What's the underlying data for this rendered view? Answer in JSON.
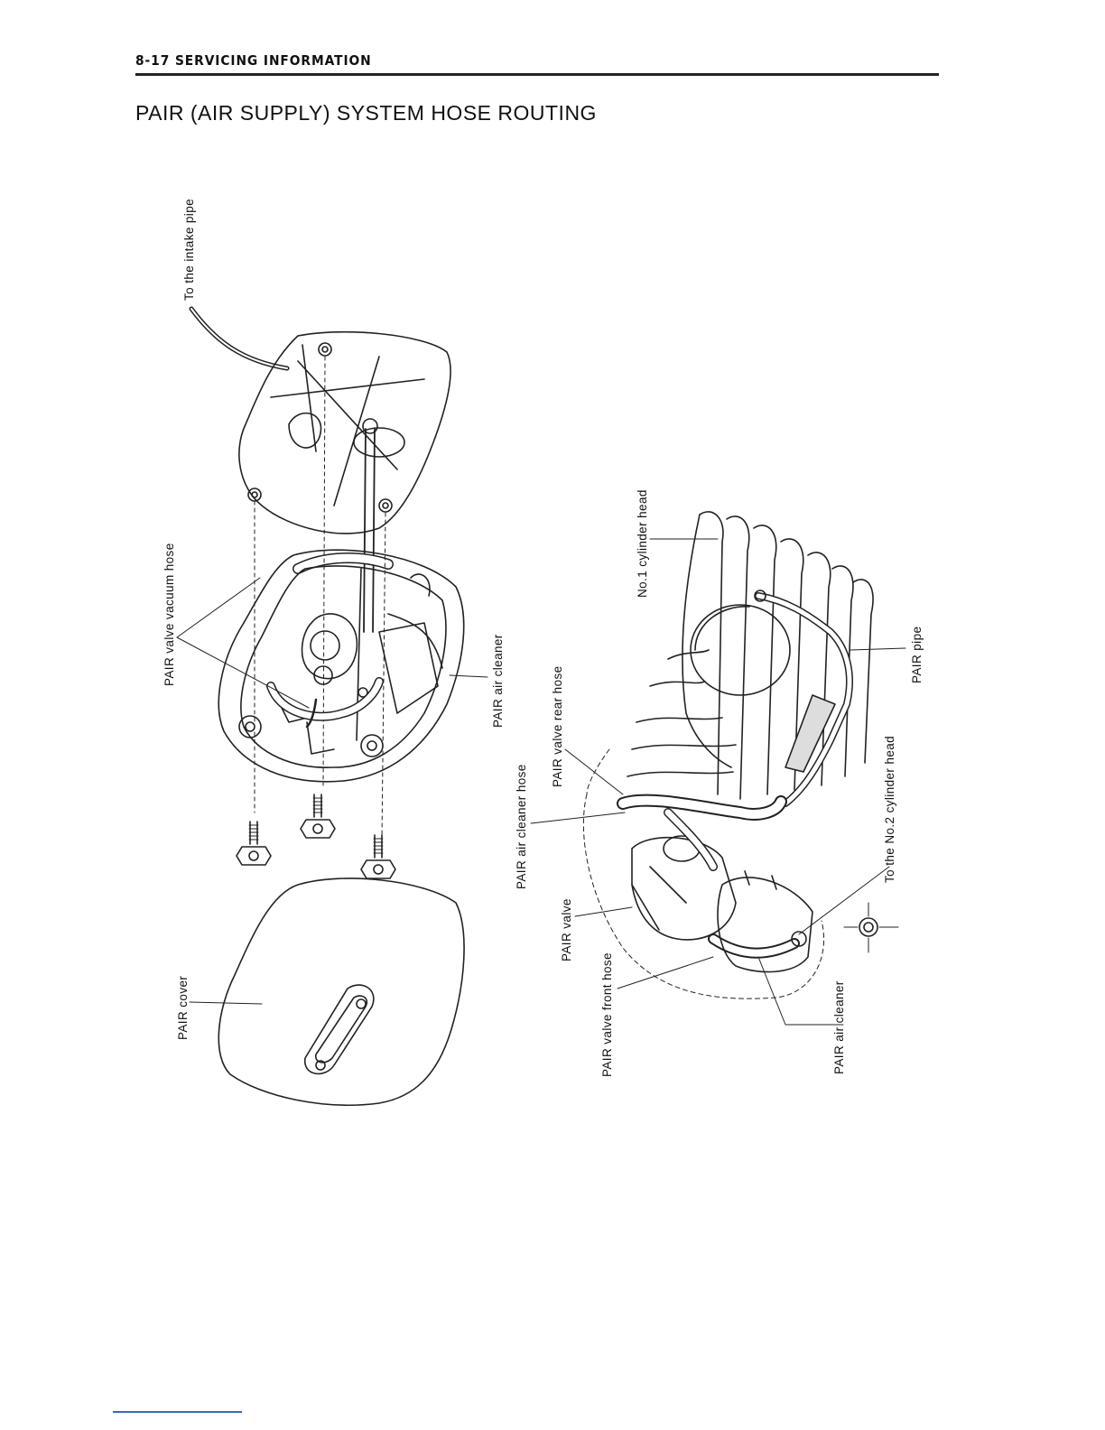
{
  "page": {
    "header": "8-17 SERVICING INFORMATION",
    "title": "PAIR (AIR SUPPLY) SYSTEM HOSE ROUTING"
  },
  "labels": {
    "intake_pipe": "To the intake pipe",
    "vacuum_hose": "PAIR valve vacuum hose",
    "air_cleaner_left": "PAIR air cleaner",
    "cover": "PAIR cover",
    "cyl_head_1": "No.1 cylinder head",
    "pair_pipe": "PAIR pipe",
    "rear_hose": "PAIR valve rear hose",
    "cyl_head_2": "To the No.2 cylinder head",
    "air_cleaner_hose": "PAIR air cleaner hose",
    "valve": "PAIR valve",
    "front_hose": "PAIR valve front hose",
    "air_cleaner_right": "PAIR air cleaner"
  }
}
